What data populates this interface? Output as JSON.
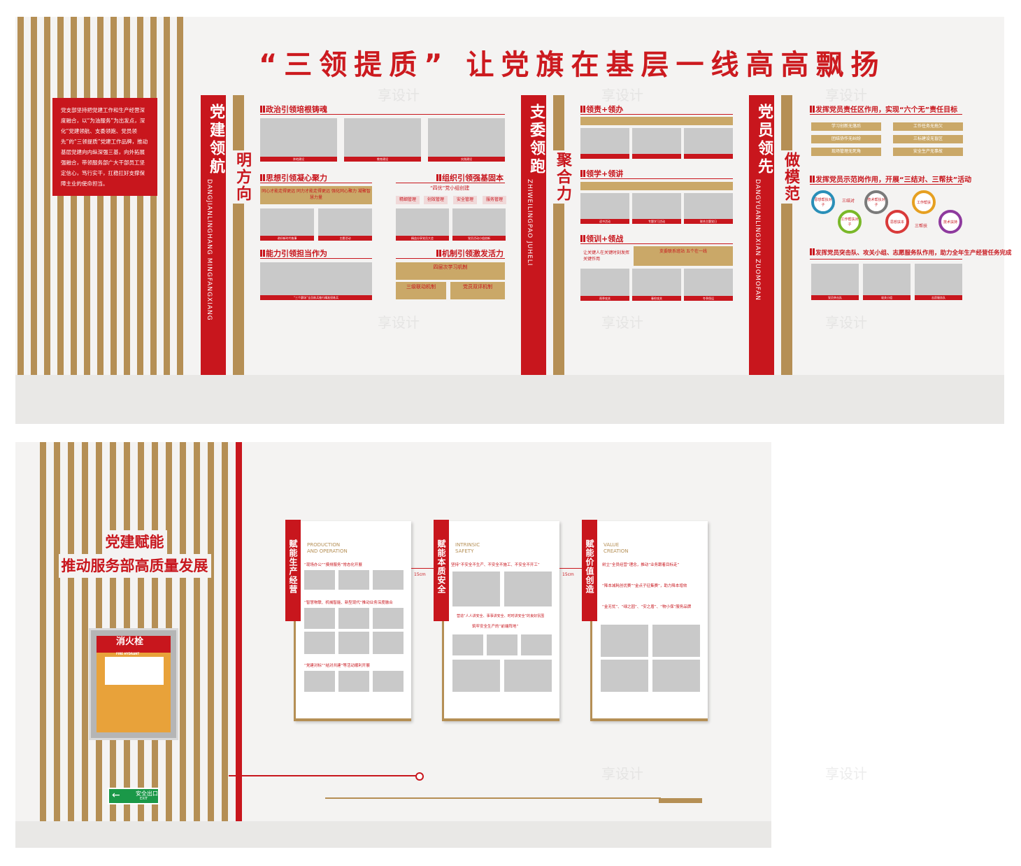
{
  "main_title": "“三领提质” 让党旗在基层一线高高飘扬",
  "intro_text": "党支部坚持把党建工作和生产经营深度融合，以“为油服务”为出发点，深化“党建领航、支委领跑、党员领先”的“三领提质”党建工作品牌，推动基层党建向内纵深强三基，向外拓展强融合，带领服务部广大干部员工坚定信心，笃行实干，扛稳扛好支撑保障主业的使命担当。",
  "pillars": [
    {
      "title": "党建领航",
      "pinyin": "DANGJIANLINGHANG MINGFANGXIANG",
      "subtitle": "明方向"
    },
    {
      "title": "支委领跑",
      "pinyin": "ZHIWEILINGPAO JUHELI",
      "subtitle": "聚合力"
    },
    {
      "title": "党员领先",
      "pinyin": "DANGYUANLINGXIAN ZUOMOFAN",
      "subtitle": "做模范"
    }
  ],
  "sections": {
    "s1": "政治引领培根铸魂",
    "s2": "思想引领凝心聚力",
    "s3": "组织引领强基固本",
    "s4": "能力引领担当作为",
    "s5": "机制引领激发活力",
    "s6": "领责+领办",
    "s7": "领学+领讲",
    "s8": "领训+领战",
    "s9": "发挥党员责任区作用，实现“六个无”责任目标",
    "s10": "发挥党员示范岗作用，开展“三结对、三帮扶”活动",
    "s11": "发挥党员突击队、攻关小组、志愿服务队作用，助力全年生产经营任务完成"
  },
  "captions": {
    "p1": [
      "阵地建设",
      "教育建设",
      "实践建设"
    ],
    "s2_text": "同心才能走得更远 同力才能走得更远 强化同心聚力 凝聚智慧力量",
    "s2_caps": [
      "讲好新时代故事",
      "主题活动"
    ],
    "s3_sub": "“四优”党小组创建",
    "s3_tags": [
      "精细管理",
      "创效管理",
      "安全管理",
      "服务管理"
    ],
    "s3_caps": [
      "精益分享党员大会",
      "党员活动小组创新"
    ],
    "s4_cap": "“三个赛场”全员练兵推行精准投练兵",
    "s5_box1": "四层次学习机制",
    "s5_box2": "三级联动机制",
    "s5_box3": "党员双评机制",
    "s7_caps": [
      "读书活动",
      "专题学习活动",
      "联合主题党日"
    ],
    "s8_left": "让关键人在关键时刻发挥关键作用",
    "s8_right": "支委联系班站 五个在一线",
    "s8_caps": [
      "雨季攻关",
      "春检攻关",
      "冬季保运"
    ],
    "s9_tags": [
      "学习创新无落后",
      "工作任务无拖欠",
      "团结协作无纠纷",
      "三标建设无盲区",
      "现场管理无死角",
      "安全生产无事故"
    ],
    "s10_circles": [
      "思想帮扶对子",
      "三结对",
      "技术帮扶对子",
      "工作帮扶对子",
      "工作帮扶",
      "思想扶本",
      "三帮扶",
      "技术扶持"
    ],
    "s11_caps": [
      "党员突击队",
      "攻关小组",
      "志愿服务队"
    ]
  },
  "bottom": {
    "left_title_1": "党建赋能",
    "left_title_2": "推动服务部高质量发展",
    "hydrant_title": "消火栓",
    "hydrant_sub": "FIRE HYDRANT",
    "exit_label": "安全出口",
    "exit_sub": "EXIT",
    "boards": [
      {
        "ribbon": "赋能生产经营",
        "eng1": "PRODUCTION",
        "eng2": "AND OPERATION",
        "t1": "“现场办公”“摸排服务”常态化开展",
        "t2": "“智慧物联、机械智能、新型现代”推动业务深度融合",
        "t3": "“党建对标”“结对共建”等活动顺利开展"
      },
      {
        "ribbon": "赋能本质安全",
        "eng1": "INTRINSIC",
        "eng2": "SAFETY",
        "t1": "坚持“不安全不生产、不安全不施工、不安全不开工”",
        "t2": "营造“人人讲安全、事事讲安全、时时讲安全”的良好氛围",
        "t3": "筑牢安全生产的“前端阵地”"
      },
      {
        "ribbon": "赋能价值创造",
        "eng1": "VALUE",
        "eng2": "CREATION",
        "t1": "树立“全员经营”理念，推动“业务跟着目标走”",
        "t2": "“降本减耗创优赛”“金点子征集赛”，助力降本增效",
        "t3": "“金无忧”、“绿之园”、“安之盾”、“物小保”服务品牌"
      }
    ],
    "dim_label": "15cm"
  },
  "watermark": "享设计"
}
